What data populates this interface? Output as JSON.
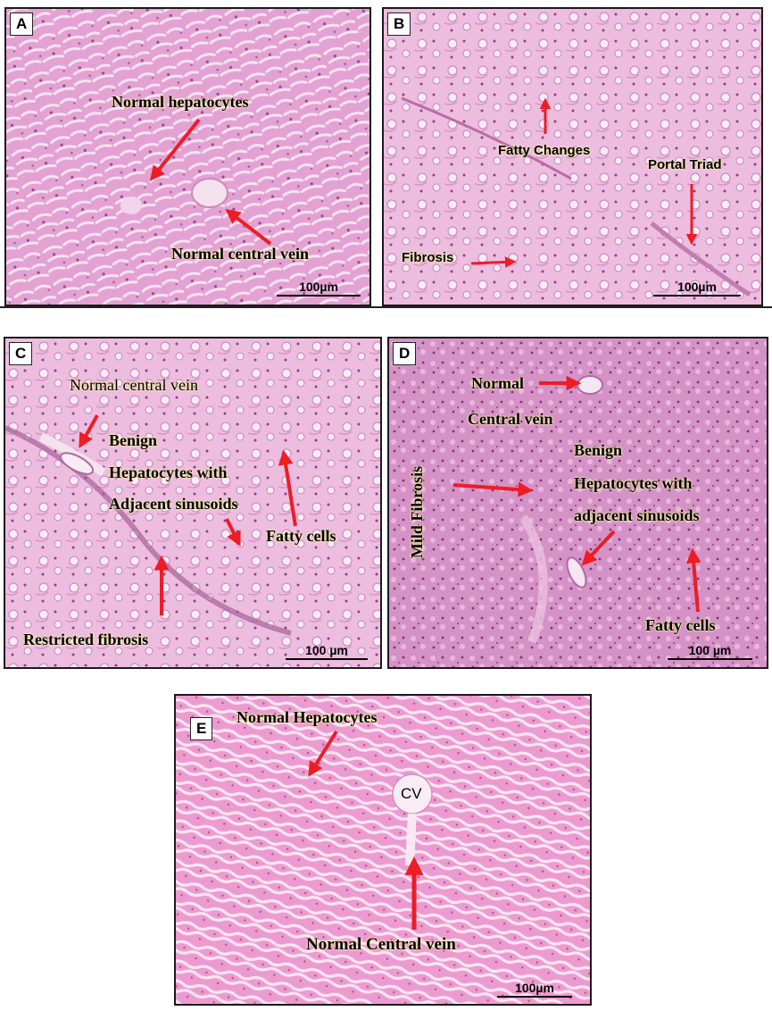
{
  "figure": {
    "panels": [
      {
        "letter": "A",
        "labels": [
          "Normal hepatocytes",
          "Normal central vein"
        ],
        "scale_bar": "100µm"
      },
      {
        "letter": "B",
        "labels": [
          "Fatty Changes",
          "Portal Triad",
          "Fibrosis"
        ],
        "scale_bar": "100µm"
      },
      {
        "letter": "C",
        "labels": [
          "Normal central vein",
          "Benign",
          "Hepatocytes with",
          "Adjacent sinusoids",
          "Fatty cells",
          "Restricted fibrosis"
        ],
        "scale_bar": "100 µm"
      },
      {
        "letter": "D",
        "labels": [
          "Normal",
          "Central vein",
          "Mild Fibrosis",
          "Benign",
          "Hepatocytes with",
          "adjacent sinusoids",
          "Fatty cells"
        ],
        "scale_bar": "100 µm"
      },
      {
        "letter": "E",
        "labels": [
          "Normal Hepatocytes",
          "CV",
          "Normal Central vein"
        ],
        "scale_bar": "100µm"
      }
    ]
  },
  "colors": {
    "tissue_base": "#e7a9d6",
    "tissue_cell": "#d27fbf",
    "sinusoid": "#f6e4f1",
    "arrow": "#ee1c25",
    "label_glow": "#f6f0a8"
  }
}
